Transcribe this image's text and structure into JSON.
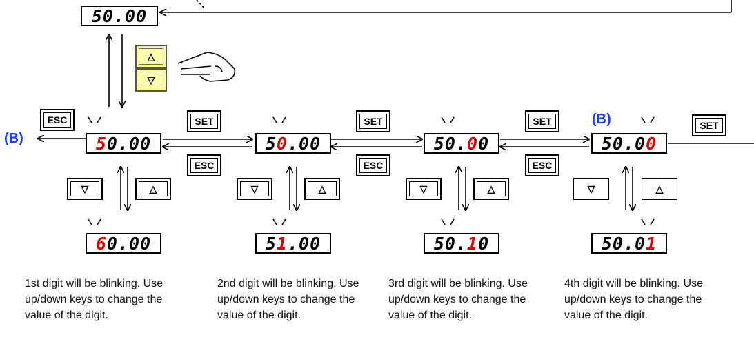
{
  "displays": {
    "top": [
      {
        "t": "50.00",
        "c": "blk"
      }
    ],
    "d1": [
      {
        "t": "5",
        "c": "red"
      },
      {
        "t": "0.00",
        "c": "blk"
      }
    ],
    "d2": [
      {
        "t": "5",
        "c": "blk"
      },
      {
        "t": "0",
        "c": "red"
      },
      {
        "t": ".00",
        "c": "blk"
      }
    ],
    "d3": [
      {
        "t": "50.",
        "c": "blk"
      },
      {
        "t": "0",
        "c": "red"
      },
      {
        "t": "0",
        "c": "blk"
      }
    ],
    "d4": [
      {
        "t": "50.0",
        "c": "blk"
      },
      {
        "t": "0",
        "c": "red"
      }
    ],
    "r1": [
      {
        "t": "6",
        "c": "red"
      },
      {
        "t": "0.00",
        "c": "blk"
      }
    ],
    "r2": [
      {
        "t": "5 ",
        "c": "blk"
      },
      {
        "t": "1",
        "c": "red"
      },
      {
        "t": ".00",
        "c": "blk"
      }
    ],
    "r3": [
      {
        "t": "50. ",
        "c": "blk"
      },
      {
        "t": "1",
        "c": "red"
      },
      {
        "t": "0",
        "c": "blk"
      }
    ],
    "r4": [
      {
        "t": "50.0 ",
        "c": "blk"
      },
      {
        "t": "1",
        "c": "red"
      }
    ]
  },
  "keys": {
    "set": "SET",
    "esc": "ESC",
    "up": "△",
    "down": "▽"
  },
  "labels": {
    "b_left": "(B)",
    "b_right": "(B)"
  },
  "descriptions": [
    "1st digit will be blinking. Use up/down keys to change the value of the digit.",
    "2nd digit will be blinking. Use up/down keys to change the value of the digit.",
    "3rd digit will be blinking. Use up/down keys to change the value of the digit.",
    "4th digit will be blinking. Use up/down keys to change the value of the digit."
  ],
  "colors": {
    "blink_digit": "#e00000",
    "label_blue": "#1a3cff",
    "key_yellow": "#ffff80"
  }
}
